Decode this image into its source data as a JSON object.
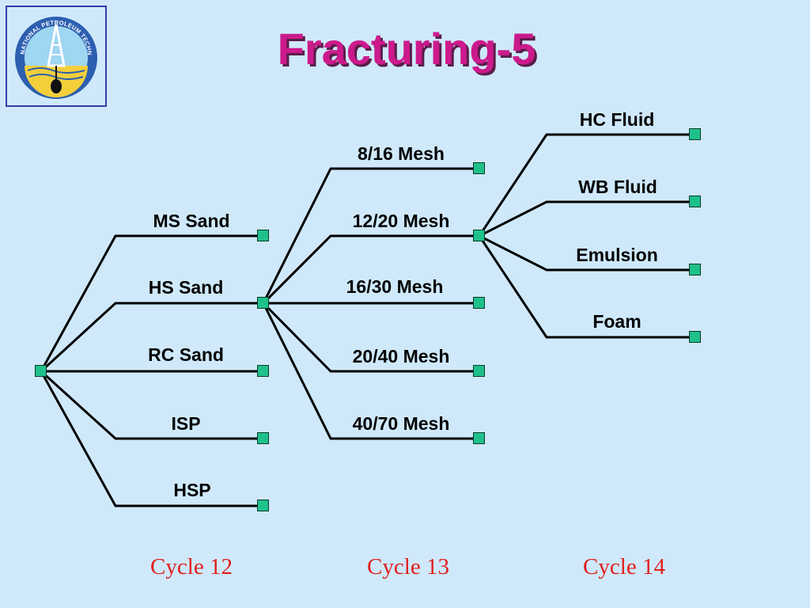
{
  "title": "Fracturing-5",
  "logo": {
    "text": "NATIONAL PETROLEUM TECHNOLOGY OFFICE"
  },
  "colors": {
    "background": "#cfe9fb",
    "title": "#cc1a8c",
    "node": "#1fc18b",
    "cycle": "#e0201e"
  },
  "cycle12": {
    "label": "Cycle 12",
    "items": [
      "MS Sand",
      "HS Sand",
      "RC Sand",
      "ISP",
      "HSP"
    ]
  },
  "cycle13": {
    "label": "Cycle 13",
    "items": [
      "8/16 Mesh",
      "12/20 Mesh",
      "16/30 Mesh",
      "20/40 Mesh",
      "40/70 Mesh"
    ]
  },
  "cycle14": {
    "label": "Cycle 14",
    "items": [
      "HC Fluid",
      "WB Fluid",
      "Emulsion",
      "Foam"
    ]
  }
}
